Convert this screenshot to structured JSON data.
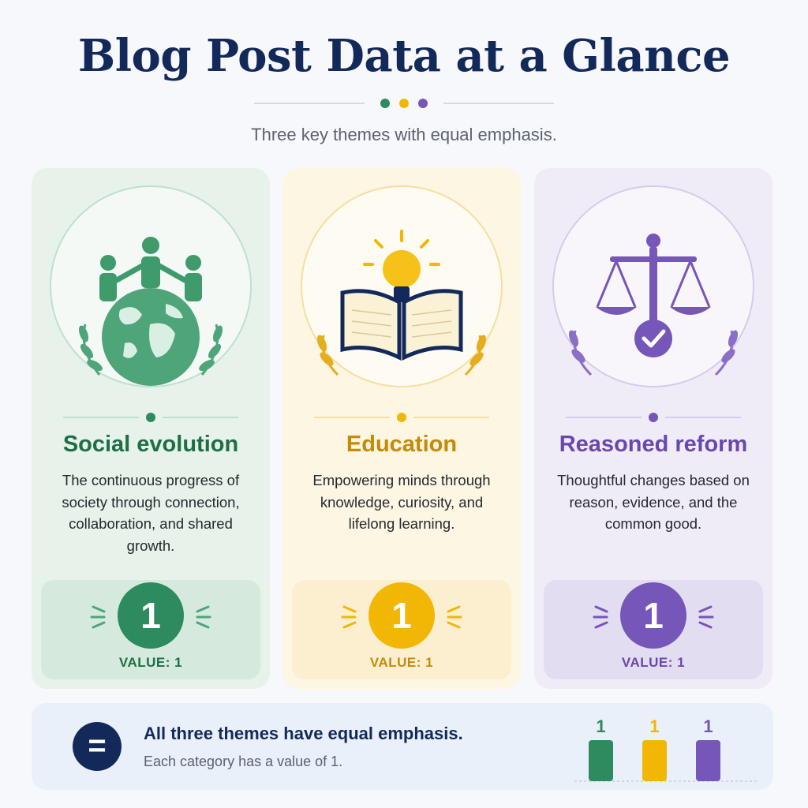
{
  "header": {
    "title": "Blog Post Data at a Glance",
    "subtitle": "Three key themes with equal emphasis."
  },
  "colors": {
    "navy": "#13295a",
    "green": "#2e8b5f",
    "gold": "#f2b705",
    "purple": "#7656b8"
  },
  "cards": [
    {
      "name": "Social evolution",
      "description": "The continuous progress of society through connection, collaboration, and shared growth.",
      "value": "1",
      "value_label": "VALUE: 1",
      "icon": "people-globe-icon"
    },
    {
      "name": "Education",
      "description": "Empowering minds through knowledge, curiosity, and lifelong learning.",
      "value": "1",
      "value_label": "VALUE: 1",
      "icon": "book-lightbulb-icon"
    },
    {
      "name": "Reasoned reform",
      "description": "Thoughtful changes based on reason, evidence, and the common good.",
      "value": "1",
      "value_label": "VALUE: 1",
      "icon": "scales-check-icon"
    }
  ],
  "summary": {
    "icon": "equals-icon",
    "symbol": "=",
    "headline": "All three themes have equal emphasis.",
    "detail": "Each category has a value of 1."
  },
  "chart_data": {
    "type": "bar",
    "categories": [
      "Social evolution",
      "Education",
      "Reasoned reform"
    ],
    "values": [
      1,
      1,
      1
    ],
    "title": "",
    "xlabel": "",
    "ylabel": "",
    "ylim": [
      0,
      1
    ],
    "grid": false,
    "colors": [
      "#2e8b5f",
      "#f2b705",
      "#7656b8"
    ]
  }
}
